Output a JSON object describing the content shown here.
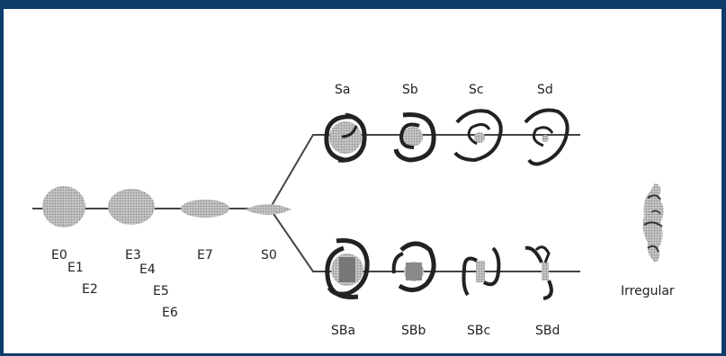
{
  "diagram": {
    "elliptical": {
      "labels": [
        "E0",
        "E1",
        "E2",
        "E3",
        "E4",
        "E5",
        "E6",
        "E7"
      ]
    },
    "lenticular": {
      "label": "S0"
    },
    "spiral": {
      "labels": [
        "Sa",
        "Sb",
        "Sc",
        "Sd"
      ]
    },
    "barred_spiral": {
      "labels": [
        "SBa",
        "SBb",
        "SBc",
        "SBd"
      ]
    },
    "irregular": {
      "label": "Irregular"
    },
    "colors": {
      "frame": "#0f3d6b",
      "line": "#444444",
      "galaxy_fill": "#b8b8b8",
      "galaxy_dot": "#888888",
      "arm": "#222222"
    }
  }
}
